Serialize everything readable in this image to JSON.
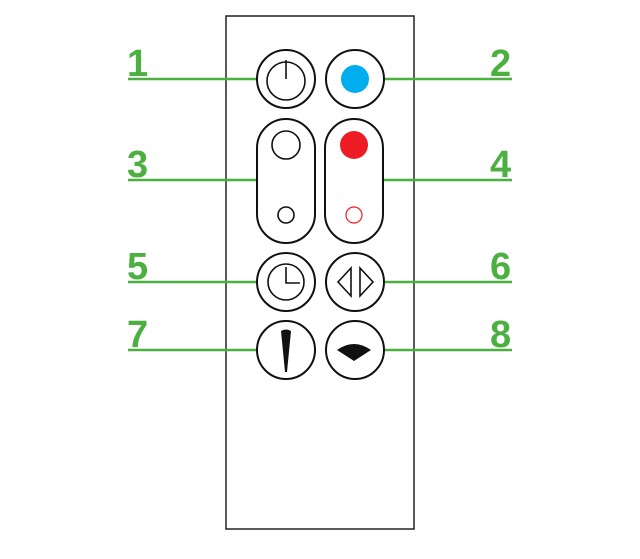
{
  "diagram": {
    "subject": "remote-control",
    "callouts": [
      {
        "label": "1",
        "icon": "power-icon"
      },
      {
        "label": "2",
        "icon": "blue-dot-icon"
      },
      {
        "label": "3",
        "icon": "cool-up-down-icon"
      },
      {
        "label": "4",
        "icon": "heat-up-down-icon"
      },
      {
        "label": "5",
        "icon": "timer-icon"
      },
      {
        "label": "6",
        "icon": "oscillation-icon"
      },
      {
        "label": "7",
        "icon": "focused-airflow-icon"
      },
      {
        "label": "8",
        "icon": "wide-airflow-icon"
      }
    ]
  },
  "colors": {
    "callout": "#4cb041",
    "blue": "#00aeef",
    "red": "#ed1c24"
  }
}
